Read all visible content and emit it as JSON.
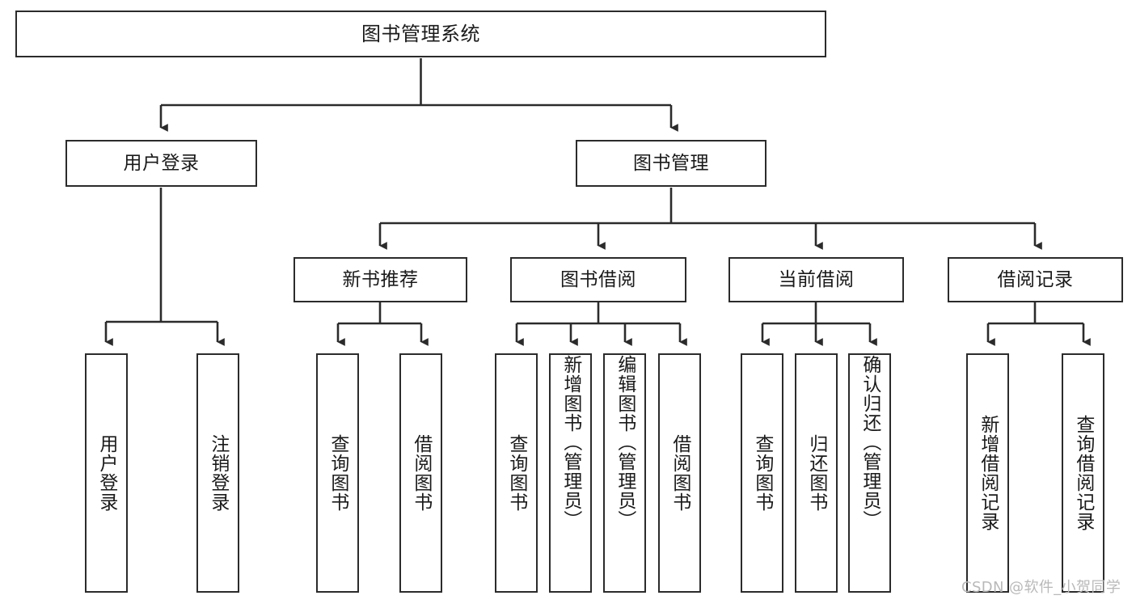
{
  "diagram": {
    "title": "图书管理系统",
    "type": "hierarchy-tree",
    "watermark": "CSDN @软件_小贺同学",
    "colors": {
      "background": "#ffffff",
      "node_fill": "#ffffff",
      "node_border": "#2b2b2b",
      "edge": "#2b2b2b",
      "text": "#1a1a1a",
      "watermark": "#b9b9b9"
    },
    "levels": {
      "root": {
        "label": "图书管理系统"
      },
      "level2": [
        {
          "label": "用户登录"
        },
        {
          "label": "图书管理"
        }
      ],
      "level3": [
        {
          "label": "新书推荐"
        },
        {
          "label": "图书借阅"
        },
        {
          "label": "当前借阅"
        },
        {
          "label": "借阅记录"
        }
      ],
      "leaves": {
        "user_login": [
          {
            "label": "用户登录"
          },
          {
            "label": "注销登录"
          }
        ],
        "new_book": [
          {
            "label": "查询图书"
          },
          {
            "label": "借阅图书"
          }
        ],
        "book_borrow": [
          {
            "label": "查询图书"
          },
          {
            "label": "新增图书（管理员）"
          },
          {
            "label": "编辑图书（管理员）"
          },
          {
            "label": "借阅图书"
          }
        ],
        "current_borrow": [
          {
            "label": "查询图书"
          },
          {
            "label": "归还图书"
          },
          {
            "label": "确认归还（管理员）"
          }
        ],
        "borrow_record": [
          {
            "label": "新增借阅记录"
          },
          {
            "label": "查询借阅记录"
          }
        ]
      }
    }
  }
}
